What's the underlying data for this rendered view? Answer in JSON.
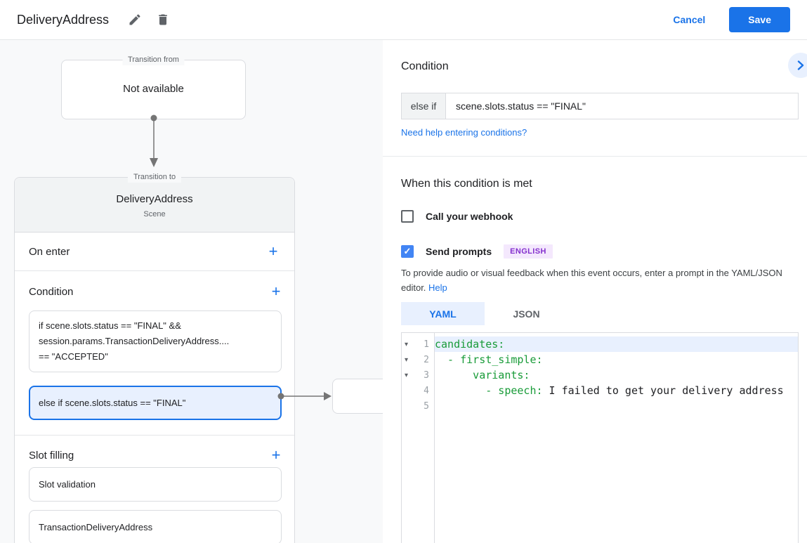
{
  "colors": {
    "accent": "#1a73e8",
    "selected_bg": "#e8f0fe",
    "checkbox_checked": "#4285f4",
    "badge_bg": "#f4e8fd",
    "badge_text": "#8430ce",
    "yaml_key_green": "#189b38",
    "canvas_bg": "#f8f9fa"
  },
  "icons": {
    "add": "+",
    "check": "✓",
    "fold": "▾",
    "pencil": "pencil-icon",
    "trash": "trash-icon",
    "chevron_right": "chevron-right-icon"
  },
  "header": {
    "title": "DeliveryAddress",
    "cancel_label": "Cancel",
    "save_label": "Save"
  },
  "canvas": {
    "transition_from": {
      "legend": "Transition from",
      "content": "Not available"
    },
    "scene": {
      "legend": "Transition to",
      "title": "DeliveryAddress",
      "subtitle": "Scene",
      "on_enter_label": "On enter",
      "condition_label": "Condition",
      "condition_items": [
        {
          "selected": false,
          "lines": [
            "if scene.slots.status == \"FINAL\" &&",
            "session.params.TransactionDeliveryAddress....",
            "== \"ACCEPTED\""
          ]
        },
        {
          "selected": true,
          "lines": [
            "else if scene.slots.status == \"FINAL\""
          ]
        }
      ],
      "slot_filling_label": "Slot filling",
      "slots": [
        "Slot validation",
        "TransactionDeliveryAddress"
      ]
    }
  },
  "panel": {
    "title": "Condition",
    "condition_prefix": "else if",
    "condition_value": "scene.slots.status == \"FINAL\"",
    "help_link": "Need help entering conditions?",
    "section_title": "When this condition is met",
    "webhook_label": "Call your webhook",
    "webhook_checked": false,
    "prompts_label": "Send prompts",
    "prompts_checked": true,
    "prompts_badge": "ENGLISH",
    "description": "To provide audio or visual feedback when this event occurs, enter a prompt in the YAML/JSON editor.",
    "description_link": "Help",
    "tabs": [
      {
        "label": "YAML",
        "active": true
      },
      {
        "label": "JSON",
        "active": false
      }
    ],
    "editor": {
      "lines": [
        {
          "number": 1,
          "fold": true,
          "active": true,
          "segments": [
            {
              "text": "candidates:",
              "type": "key"
            }
          ]
        },
        {
          "number": 2,
          "fold": true,
          "active": false,
          "segments": [
            {
              "text": "  - first_simple:",
              "type": "key"
            }
          ]
        },
        {
          "number": 3,
          "fold": true,
          "active": false,
          "segments": [
            {
              "text": "      variants:",
              "type": "key"
            }
          ]
        },
        {
          "number": 4,
          "fold": false,
          "active": false,
          "segments": [
            {
              "text": "        - speech:",
              "type": "key"
            },
            {
              "text": " I failed to get your delivery address",
              "type": "text"
            }
          ]
        },
        {
          "number": 5,
          "fold": false,
          "active": false,
          "segments": []
        }
      ]
    }
  }
}
